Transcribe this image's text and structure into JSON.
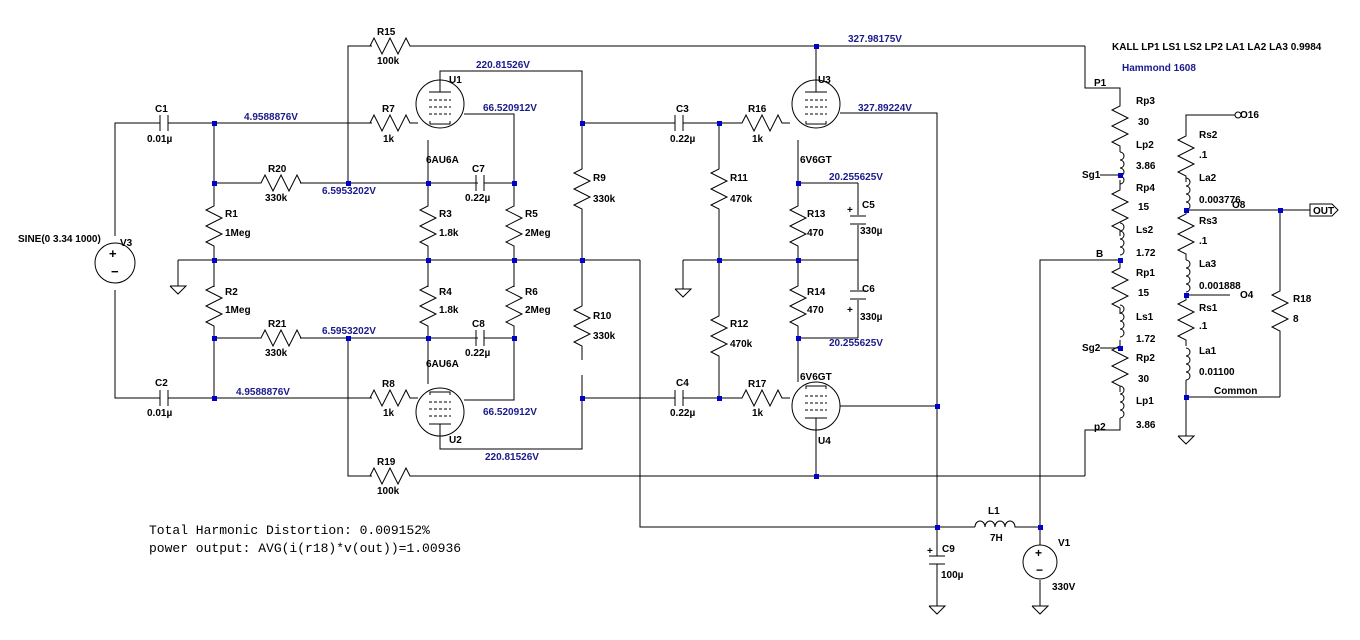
{
  "spice": {
    "directive": "KALL LP1 LS1 LS2 LP2 LA1 LA2 LA3 0.9984",
    "transformer": "Hammond 1608"
  },
  "components": {
    "c1": {
      "ref": "C1",
      "val": "0.01µ"
    },
    "c2": {
      "ref": "C2",
      "val": "0.01µ"
    },
    "c3": {
      "ref": "C3",
      "val": "0.22µ"
    },
    "c4": {
      "ref": "C4",
      "val": "0.22µ"
    },
    "c5": {
      "ref": "C5",
      "val": "330µ"
    },
    "c6": {
      "ref": "C6",
      "val": "330µ"
    },
    "c7": {
      "ref": "C7",
      "val": "0.22µ"
    },
    "c8": {
      "ref": "C8",
      "val": "0.22µ"
    },
    "c9": {
      "ref": "C9",
      "val": "100µ"
    },
    "r1": {
      "ref": "R1",
      "val": "1Meg"
    },
    "r2": {
      "ref": "R2",
      "val": "1Meg"
    },
    "r3": {
      "ref": "R3",
      "val": "1.8k"
    },
    "r4": {
      "ref": "R4",
      "val": "1.8k"
    },
    "r5": {
      "ref": "R5",
      "val": "2Meg"
    },
    "r6": {
      "ref": "R6",
      "val": "2Meg"
    },
    "r7": {
      "ref": "R7",
      "val": "1k"
    },
    "r8": {
      "ref": "R8",
      "val": "1k"
    },
    "r9": {
      "ref": "R9",
      "val": "330k"
    },
    "r10": {
      "ref": "R10",
      "val": "330k"
    },
    "r11": {
      "ref": "R11",
      "val": "470k"
    },
    "r12": {
      "ref": "R12",
      "val": "470k"
    },
    "r13": {
      "ref": "R13",
      "val": "470"
    },
    "r14": {
      "ref": "R14",
      "val": "470"
    },
    "r15": {
      "ref": "R15",
      "val": "100k"
    },
    "r16": {
      "ref": "R16",
      "val": "1k"
    },
    "r17": {
      "ref": "R17",
      "val": "1k"
    },
    "r18": {
      "ref": "R18",
      "val": "8"
    },
    "r19": {
      "ref": "R19",
      "val": "100k"
    },
    "r20": {
      "ref": "R20",
      "val": "330k"
    },
    "r21": {
      "ref": "R21",
      "val": "330k"
    },
    "u1": {
      "ref": "U1",
      "val": "6AU6A"
    },
    "u2": {
      "ref": "U2",
      "val": "6AU6A"
    },
    "u3": {
      "ref": "U3",
      "val": "6V6GT"
    },
    "u4": {
      "ref": "U4",
      "val": "6V6GT"
    },
    "l1": {
      "ref": "L1",
      "val": "7H"
    },
    "v1": {
      "ref": "V1",
      "val": "330V"
    },
    "v3": {
      "ref": "V3",
      "val": "SINE(0 3.34 1000)"
    },
    "rp3": {
      "ref": "Rp3",
      "val": "30"
    },
    "lp2": {
      "ref": "Lp2",
      "val": "3.86"
    },
    "rp4": {
      "ref": "Rp4",
      "val": "15"
    },
    "ls2": {
      "ref": "Ls2",
      "val": "1.72"
    },
    "rp1": {
      "ref": "Rp1",
      "val": "15"
    },
    "ls1": {
      "ref": "Ls1",
      "val": "1.72"
    },
    "rp2": {
      "ref": "Rp2",
      "val": "30"
    },
    "lp1": {
      "ref": "Lp1",
      "val": "3.86"
    },
    "rs2": {
      "ref": "Rs2",
      "val": ".1"
    },
    "la2": {
      "ref": "La2",
      "val": "0.003776"
    },
    "rs3": {
      "ref": "Rs3",
      "val": ".1"
    },
    "la3": {
      "ref": "La3",
      "val": "0.001888"
    },
    "rs1": {
      "ref": "Rs1",
      "val": ".1"
    },
    "la1": {
      "ref": "La1",
      "val": "0.01100"
    }
  },
  "nets": {
    "p1": "P1",
    "sg1": "Sg1",
    "b": "B",
    "sg2": "Sg2",
    "p2": "p2",
    "o16": "O16",
    "o8": "O8",
    "o4": "O4",
    "common": "Common",
    "out": "OUT"
  },
  "voltages": {
    "grid_in_top": "4.9588876V",
    "grid_in_bot": "4.9588876V",
    "cathode_top": "6.5953202V",
    "cathode_bot": "6.5953202V",
    "screen_top": "66.520912V",
    "screen_bot": "66.520912V",
    "plate_u1": "220.81526V",
    "plate_u2": "220.81526V",
    "supply": "327.98175V",
    "b_plus": "327.89224V",
    "cathode_out_top": "20.255625V",
    "cathode_out_bot": "20.255625V"
  },
  "results": {
    "thd": "Total Harmonic Distortion: 0.009152%",
    "power": "power output: AVG(i(r18)*v(out))=1.00936"
  }
}
